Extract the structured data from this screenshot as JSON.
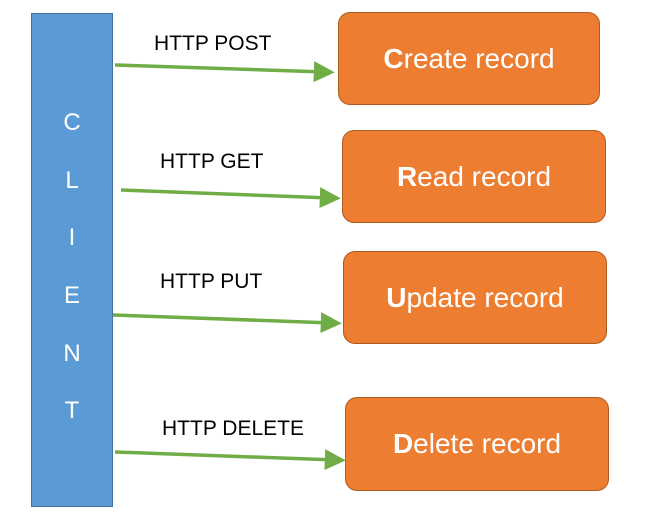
{
  "client": {
    "letters": [
      "C",
      "L",
      "I",
      "E",
      "N",
      "T"
    ]
  },
  "colors": {
    "client_fill": "#5b9bd5",
    "box_fill": "#ed7d31",
    "arrow": "#70ad47"
  },
  "operations": [
    {
      "method": "HTTP POST",
      "initial": "C",
      "rest": "reate record"
    },
    {
      "method": "HTTP GET",
      "initial": "R",
      "rest": "ead record"
    },
    {
      "method": "HTTP PUT",
      "initial": "U",
      "rest": "pdate record"
    },
    {
      "method": "HTTP DELETE",
      "initial": "D",
      "rest": "elete record"
    }
  ]
}
